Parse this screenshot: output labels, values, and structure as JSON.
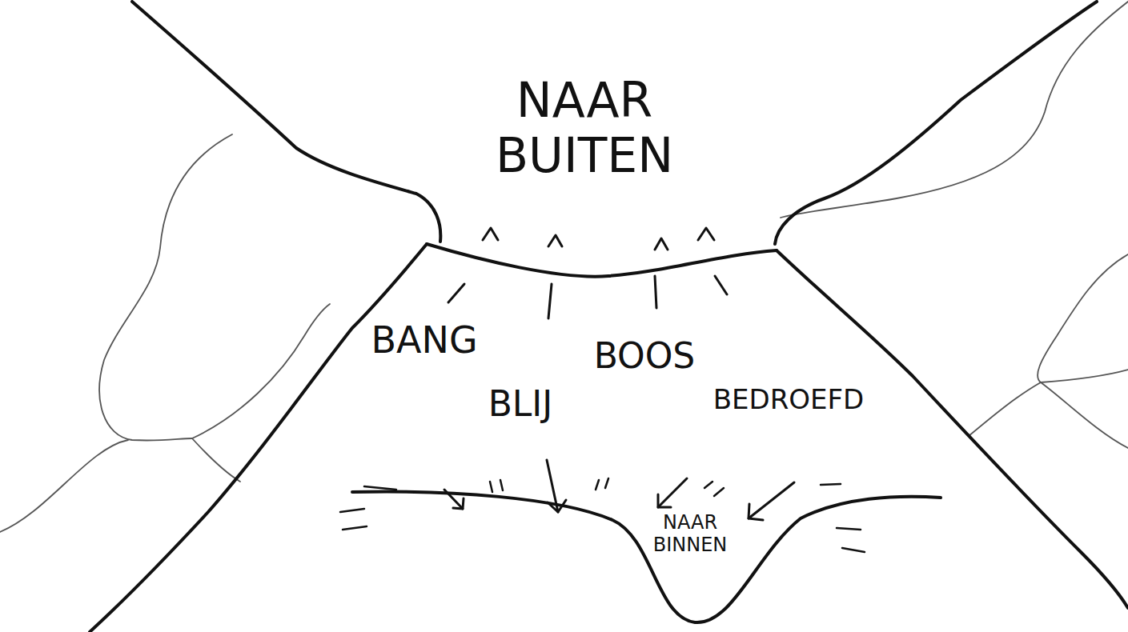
{
  "diagram": {
    "labels": [
      "NAAR BUITEN",
      "BANG",
      "BLIJ",
      "BOOS",
      "BEDROEFD",
      "NAAR BINNEN"
    ]
  }
}
